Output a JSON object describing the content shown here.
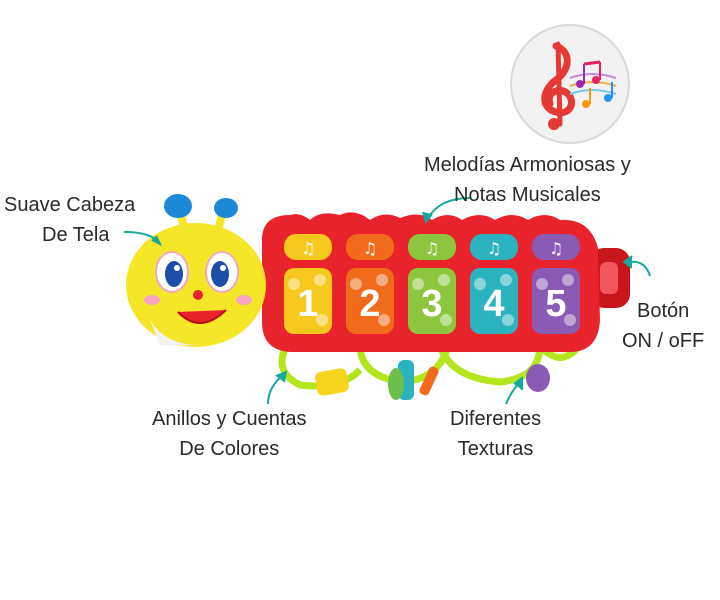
{
  "callouts": {
    "head": {
      "line1": "Suave Cabeza",
      "line2": "De Tela"
    },
    "melodies": {
      "line1": "Melodías Armoniosas y",
      "line2": "Notas Musicales"
    },
    "power": {
      "line1": "Botón",
      "line2": "ON / oFF"
    },
    "rings": {
      "line1": "Anillos y Cuentas",
      "line2": "De Colores"
    },
    "textures": {
      "line1": "Diferentes",
      "line2": "Texturas"
    }
  },
  "keys": [
    {
      "number": "1",
      "color": "#f7c91e",
      "top_color": "#f7c91e"
    },
    {
      "number": "2",
      "color": "#f26a1b",
      "top_color": "#f26a1b"
    },
    {
      "number": "3",
      "color": "#8cc63f",
      "top_color": "#8cc63f"
    },
    {
      "number": "4",
      "color": "#2bb3c0",
      "top_color": "#2bb3c0"
    },
    {
      "number": "5",
      "color": "#8a5bb5",
      "top_color": "#8a5bb5"
    }
  ],
  "colors": {
    "body_red": "#e8232b",
    "head_yellow": "#f5e627",
    "antenna_blue": "#1e88d8",
    "ring_green": "#b5e61d",
    "arrow_teal": "#16a89c"
  },
  "icons": {
    "badge": "music-notes-icon",
    "key_top": "music-note-icon"
  }
}
